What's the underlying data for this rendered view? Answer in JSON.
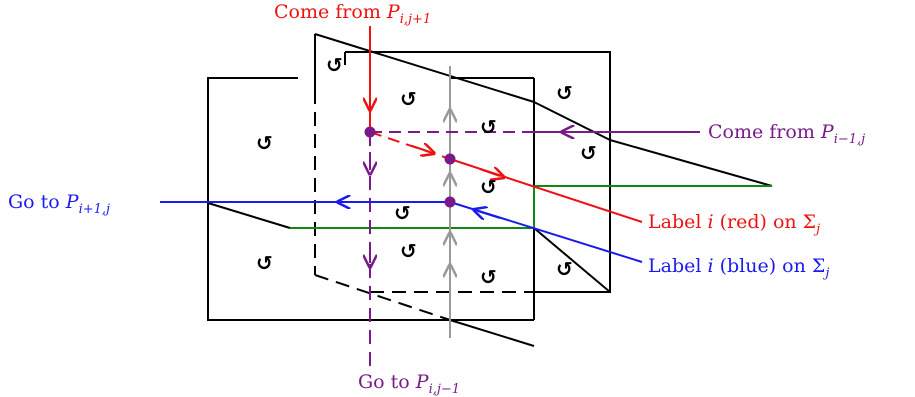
{
  "colors": {
    "red": "#ee1111",
    "purple": "#7a1a8a",
    "blue": "#1a1aee",
    "green": "#118811",
    "gray": "#999999",
    "black": "#000000"
  },
  "labels": {
    "top": {
      "text": "Come from ",
      "sym": "P",
      "sub": "i,j+1"
    },
    "right": {
      "text": "Come from ",
      "sym": "P",
      "sub": "i−1,j"
    },
    "left": {
      "text": "Go to ",
      "sym": "P",
      "sub": "i+1,j"
    },
    "bottom": {
      "text": "Go to ",
      "sym": "P",
      "sub": "i,j−1"
    },
    "red_label": {
      "pre": "Label ",
      "sym": "i",
      "post": " (red) on ",
      "sigma": "Σ",
      "sub": "j"
    },
    "blue_label": {
      "pre": "Label ",
      "sym": "i",
      "post": " (blue) on ",
      "sigma": "Σ",
      "sub": "j"
    }
  },
  "orientation_icon": "counterclockwise-arrow-icon",
  "orientation_glyph": "↺"
}
